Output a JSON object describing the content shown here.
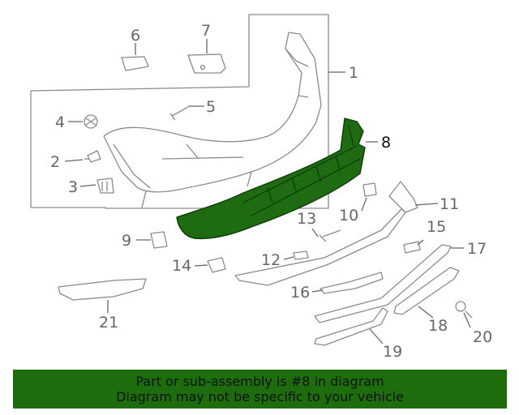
{
  "callouts": {
    "c1": "1",
    "c2": "2",
    "c3": "3",
    "c4": "4",
    "c5": "5",
    "c6": "6",
    "c7": "7",
    "c8": "8",
    "c9": "9",
    "c10": "10",
    "c11": "11",
    "c12": "12",
    "c13": "13",
    "c14": "14",
    "c15": "15",
    "c16": "16",
    "c17": "17",
    "c18": "18",
    "c19": "19",
    "c20": "20",
    "c21": "21"
  },
  "highlight": {
    "part": "8",
    "color": "#1f6b12"
  },
  "banner": {
    "line1": "Part or sub-assembly is #8 in diagram",
    "line2": "Diagram may not be specific to your vehicle",
    "background": "#1e6d0c"
  }
}
